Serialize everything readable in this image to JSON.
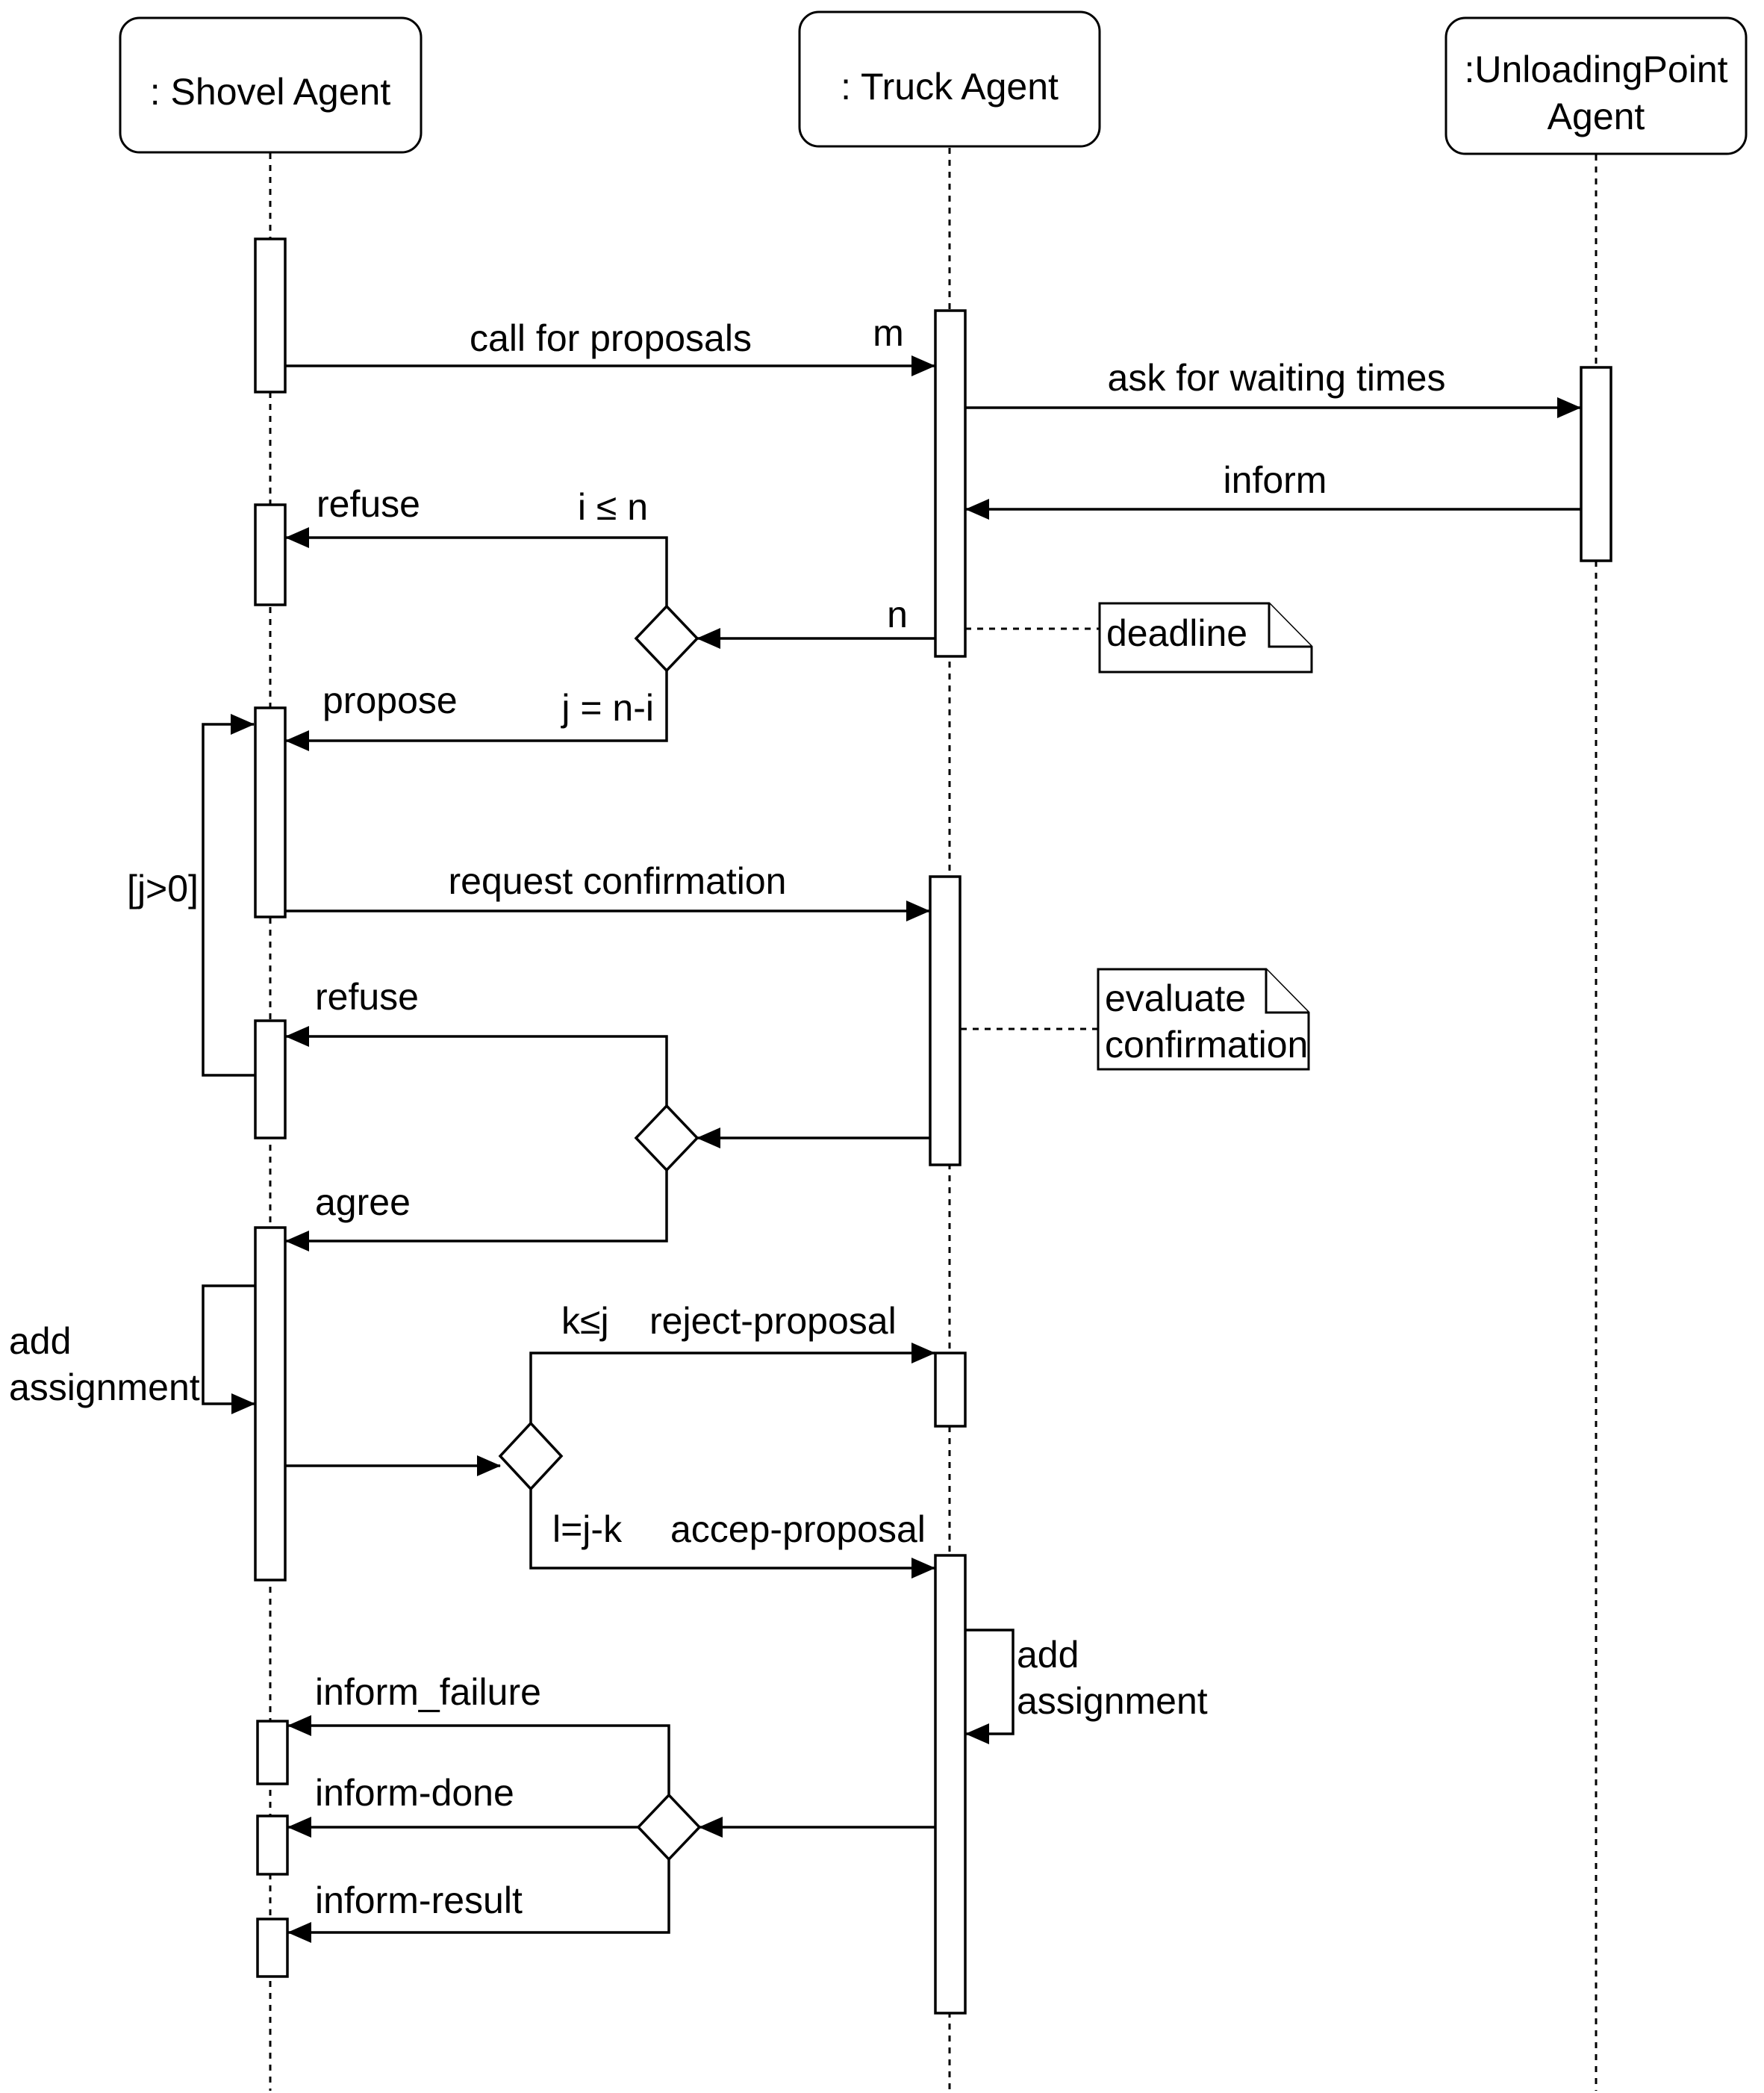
{
  "participants": {
    "shovel": ": Shovel Agent",
    "truck": ": Truck Agent",
    "unloading_line1": ":UnloadingPoint",
    "unloading_line2": "Agent"
  },
  "messages": {
    "call_for_proposals": "call for proposals",
    "m": "m",
    "ask_waiting_times": "ask for waiting times",
    "inform": "inform",
    "refuse_1": "refuse",
    "i_le_n": "i ≤ n",
    "n": "n",
    "propose": "propose",
    "j_eq": "j = n-i",
    "request_confirmation": "request confirmation",
    "loop_guard": "[j>0]",
    "refuse_2": "refuse",
    "agree": "agree",
    "k_le_j": "k≤j",
    "reject_proposal": "reject-proposal",
    "l_eq": "l=j-k",
    "accept_proposal": "accep-proposal",
    "inform_failure": "inform_failure",
    "inform_done": "inform-done",
    "inform_result": "inform-result"
  },
  "self_calls": {
    "shovel_line1": "add",
    "shovel_line2": "assignment",
    "truck_line1": "add",
    "truck_line2": "assignment"
  },
  "notes": {
    "deadline": "deadline",
    "evaluate_line1": "evaluate",
    "evaluate_line2": "confirmation"
  }
}
